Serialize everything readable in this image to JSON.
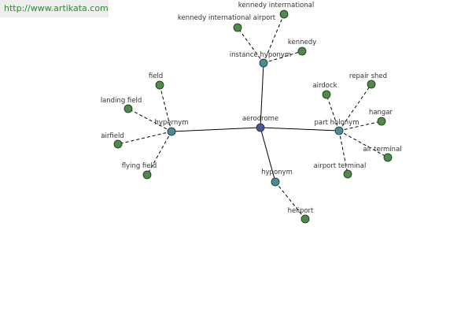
{
  "site_url": "http://www.artikata.com",
  "colors": {
    "root": "#4f5598",
    "relation": "#4a8c99",
    "leaf": "#4e8a48",
    "edge": "#000000",
    "stroke": "#1e2a1e",
    "label": "#333333",
    "banner_bg": "#eeeeee",
    "banner_text": "#2f8a2f"
  },
  "graph": {
    "root": {
      "id": "aerodrome",
      "label": "aerodrome"
    },
    "relations": [
      {
        "id": "instance-hyponym",
        "label": "instance hyponym",
        "children": [
          {
            "id": "kennedy-international-airport",
            "label": "kennedy international airport"
          },
          {
            "id": "kennedy-interrnational",
            "label": "kennedy interrnational"
          },
          {
            "id": "kennedy",
            "label": "kennedy"
          }
        ]
      },
      {
        "id": "hypernym",
        "label": "hypernym",
        "children": [
          {
            "id": "field",
            "label": "field"
          },
          {
            "id": "landing-field",
            "label": "landing field"
          },
          {
            "id": "airfield",
            "label": "airfield"
          },
          {
            "id": "flying-field",
            "label": "flying field"
          }
        ]
      },
      {
        "id": "part-holonym",
        "label": "part holonym",
        "children": [
          {
            "id": "airdock",
            "label": "airdock"
          },
          {
            "id": "repair-shed",
            "label": "repair shed"
          },
          {
            "id": "hangar",
            "label": "hangar"
          },
          {
            "id": "air-terminal",
            "label": "air terminal"
          },
          {
            "id": "airport-terminal",
            "label": "airport terminal"
          }
        ]
      },
      {
        "id": "hyponym",
        "label": "hyponym",
        "children": [
          {
            "id": "heliport",
            "label": "heliport"
          }
        ]
      }
    ]
  }
}
